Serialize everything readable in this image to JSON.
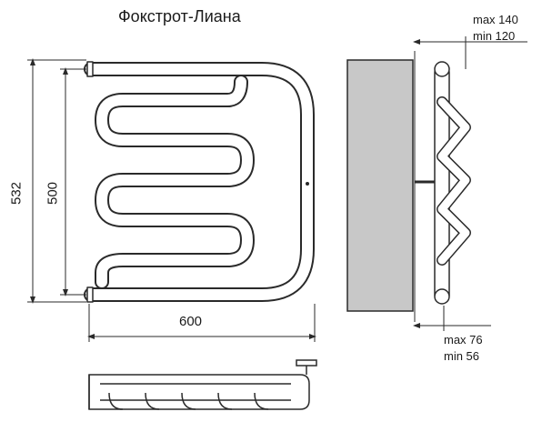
{
  "diagram": {
    "title": "Фокстрот-Лиана",
    "dimensions": {
      "height_total": "532",
      "height_inner": "500",
      "width": "600"
    },
    "side_view": {
      "depth_top_max": "max 140",
      "depth_top_min": "min 120",
      "depth_bottom_max": "max 76",
      "depth_bottom_min": "min 56"
    },
    "colors": {
      "line": "#2a2a2a",
      "wall": "#c8c8c8",
      "pipe_fill": "#ffffff"
    }
  }
}
